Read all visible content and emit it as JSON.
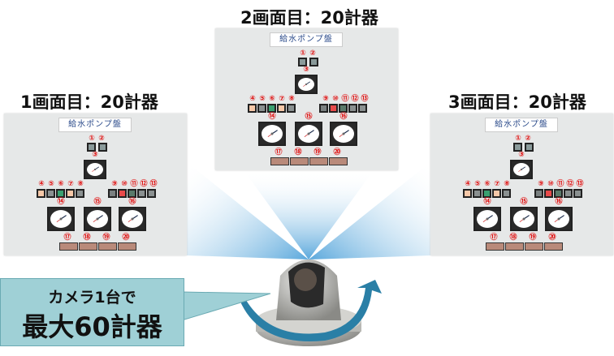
{
  "screens": [
    {
      "title": "1画面目：20計器"
    },
    {
      "title": "2画面目：20計器"
    },
    {
      "title": "3画面目：20計器"
    }
  ],
  "panel": {
    "sign": "給水ポンプ盤",
    "numbers": [
      "①",
      "②",
      "③",
      "④",
      "⑤",
      "⑥",
      "⑦",
      "⑧",
      "⑨",
      "⑩",
      "⑪",
      "⑫",
      "⑬",
      "⑭",
      "⑮",
      "⑯",
      "⑰",
      "⑱",
      "⑲",
      "⑳"
    ],
    "switch_colors": [
      "#f6c8a8",
      "#8a9090",
      "#3aa070",
      "#f6c8a8",
      "#8a9090",
      "#7a8080",
      "#e84a4a",
      "#5a7a6a",
      "#8a9090",
      "#8a9090"
    ]
  },
  "callout": {
    "line1": "カメラ1台で",
    "line2": "最大60計器"
  },
  "colors": {
    "beam": "#6fb3df",
    "arrow": "#2a7fa6",
    "callout_bg": "#9fd0d6"
  }
}
